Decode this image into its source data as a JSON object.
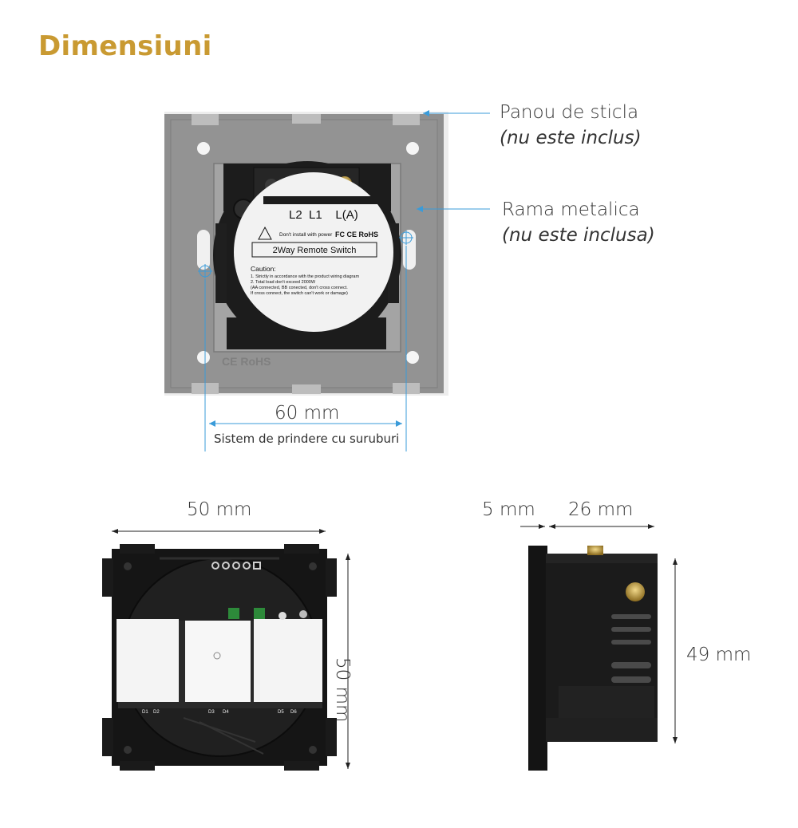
{
  "title": "Dimensiuni",
  "top_view": {
    "label_top": "L2  L1    L(A)",
    "warning": "Don't install with power",
    "certs": "FC CE RoHS",
    "product_name": "2Way Remote Switch",
    "caution_title": "Caution:",
    "caution_lines": [
      "1. Strictly in accordance with the product wiring diagram",
      "2. Total load don't exceed 2000W",
      "(AA connected, BB conected, don't cross connect.",
      "If cross connect, the switch can't work or damage)"
    ],
    "frame_marks": "CE RoHS"
  },
  "callouts": {
    "glass_panel": "Panou de sticla",
    "glass_panel_note": "(nu este inclus)",
    "metal_frame": "Rama metalica",
    "metal_frame_note": "(nu este inclusa)"
  },
  "dimensions": {
    "screw_spacing": "60 mm",
    "screw_system": "Sistem de prindere cu suruburi",
    "back_width": "50 mm",
    "back_height": "50 mm",
    "side_front": "5 mm",
    "side_depth": "26 mm",
    "side_height": "49 mm"
  },
  "pcb_labels": [
    "D1",
    "D2",
    "D3",
    "D4",
    "D5",
    "D6"
  ],
  "colors": {
    "title": "#c99a32",
    "guide_line": "#3a9bd9",
    "frame": "#8f8f8f",
    "module": "#1c1c1c",
    "label_white": "#f2f2f2"
  }
}
